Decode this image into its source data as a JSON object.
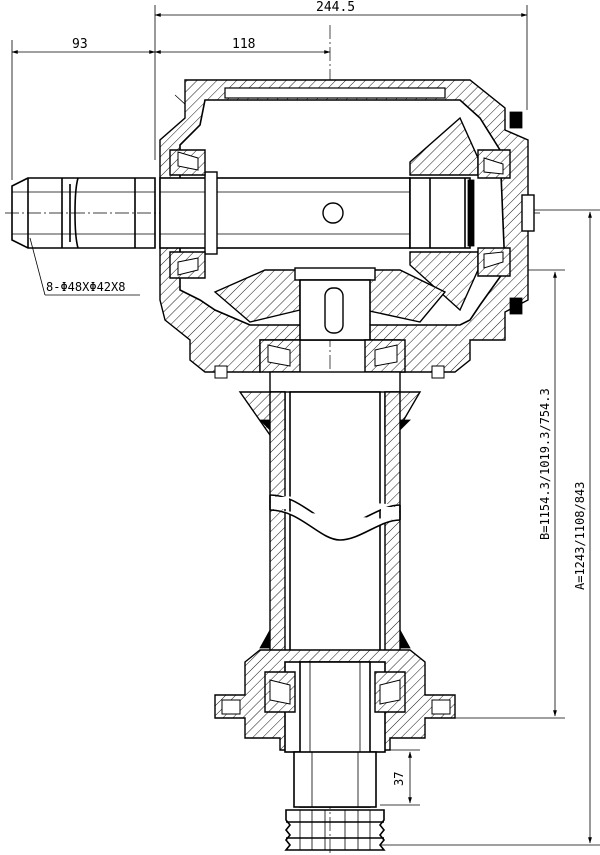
{
  "dimensions": {
    "overall_width": "244.5",
    "left_offset": "93",
    "center_offset": "118",
    "spline_spec": "8-Φ48XΦ42X8",
    "dim_b": "B=1154.3/1019.3/754.3",
    "dim_a": "A=1243/1108/843",
    "output_length": "37"
  },
  "colors": {
    "line": "#000000",
    "background": "#ffffff"
  }
}
